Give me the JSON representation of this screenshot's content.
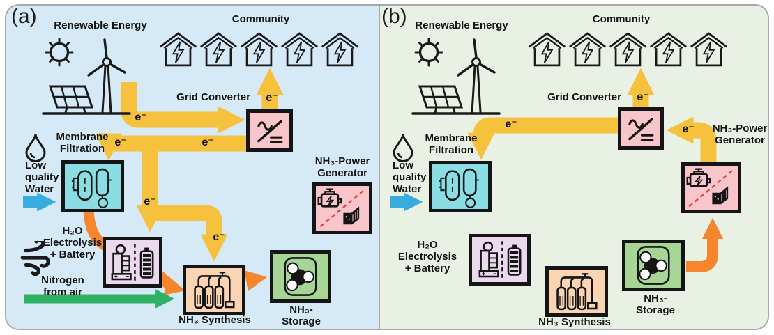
{
  "figure": {
    "type": "energy-system-schematic",
    "panel_count": 2
  },
  "colors": {
    "panel_a_bg": "#D5E9F6",
    "panel_b_bg": "#E9F1E5",
    "electron_flow_yellow": "#F6C13C",
    "material_flow_orange": "#F5862E",
    "water_flow_blue": "#38ACDE",
    "nitrogen_flow_green": "#2EB164",
    "converter_box_pink": "#F8C5CB",
    "membrane_box_cyan": "#8ADEE3",
    "electrolysis_box_lavender": "#EBD9EE",
    "synthesis_box_peach": "#FBD4B4",
    "storage_box_green": "#A6D595",
    "outline_black": "#151515",
    "frame_grey": "#A8A8A8",
    "dashed_red": "#E04040"
  },
  "panels": [
    {
      "tag": "(a)",
      "renewable_energy": "Renewable Energy",
      "community": "Community",
      "grid_converter": "Grid Converter",
      "membrane": {
        "line1": "Membrane",
        "line2": "Filtration"
      },
      "low_quality_water": {
        "line1": "Low",
        "line2": "quality",
        "line3": "Water"
      },
      "electrolysis": {
        "line1": "H₂O",
        "line2": "Electrolysis",
        "line3": "+ Battery"
      },
      "nitrogen": {
        "line1": "Nitrogen",
        "line2": "from air"
      },
      "nh3_synthesis": "NH₃ Synthesis",
      "nh3_storage": {
        "line1": "NH₃-",
        "line2": "Storage"
      },
      "nh3_power": {
        "line1": "NH₃-Power",
        "line2": "Generator"
      },
      "electron": "e⁻"
    },
    {
      "tag": "(b)",
      "renewable_energy": "Renewable Energy",
      "community": "Community",
      "grid_converter": "Grid Converter",
      "membrane": {
        "line1": "Membrane",
        "line2": "Filtration"
      },
      "low_quality_water": {
        "line1": "Low",
        "line2": "quality",
        "line3": "Water"
      },
      "electrolysis": {
        "line1": "H₂O",
        "line2": "Electrolysis",
        "line3": "+ Battery"
      },
      "nh3_synthesis": "NH₃ Synthesis",
      "nh3_storage": {
        "line1": "NH₃-",
        "line2": "Storage"
      },
      "nh3_power": {
        "line1": "NH₃-Power",
        "line2": "Generator"
      },
      "electron": "e⁻"
    }
  ]
}
